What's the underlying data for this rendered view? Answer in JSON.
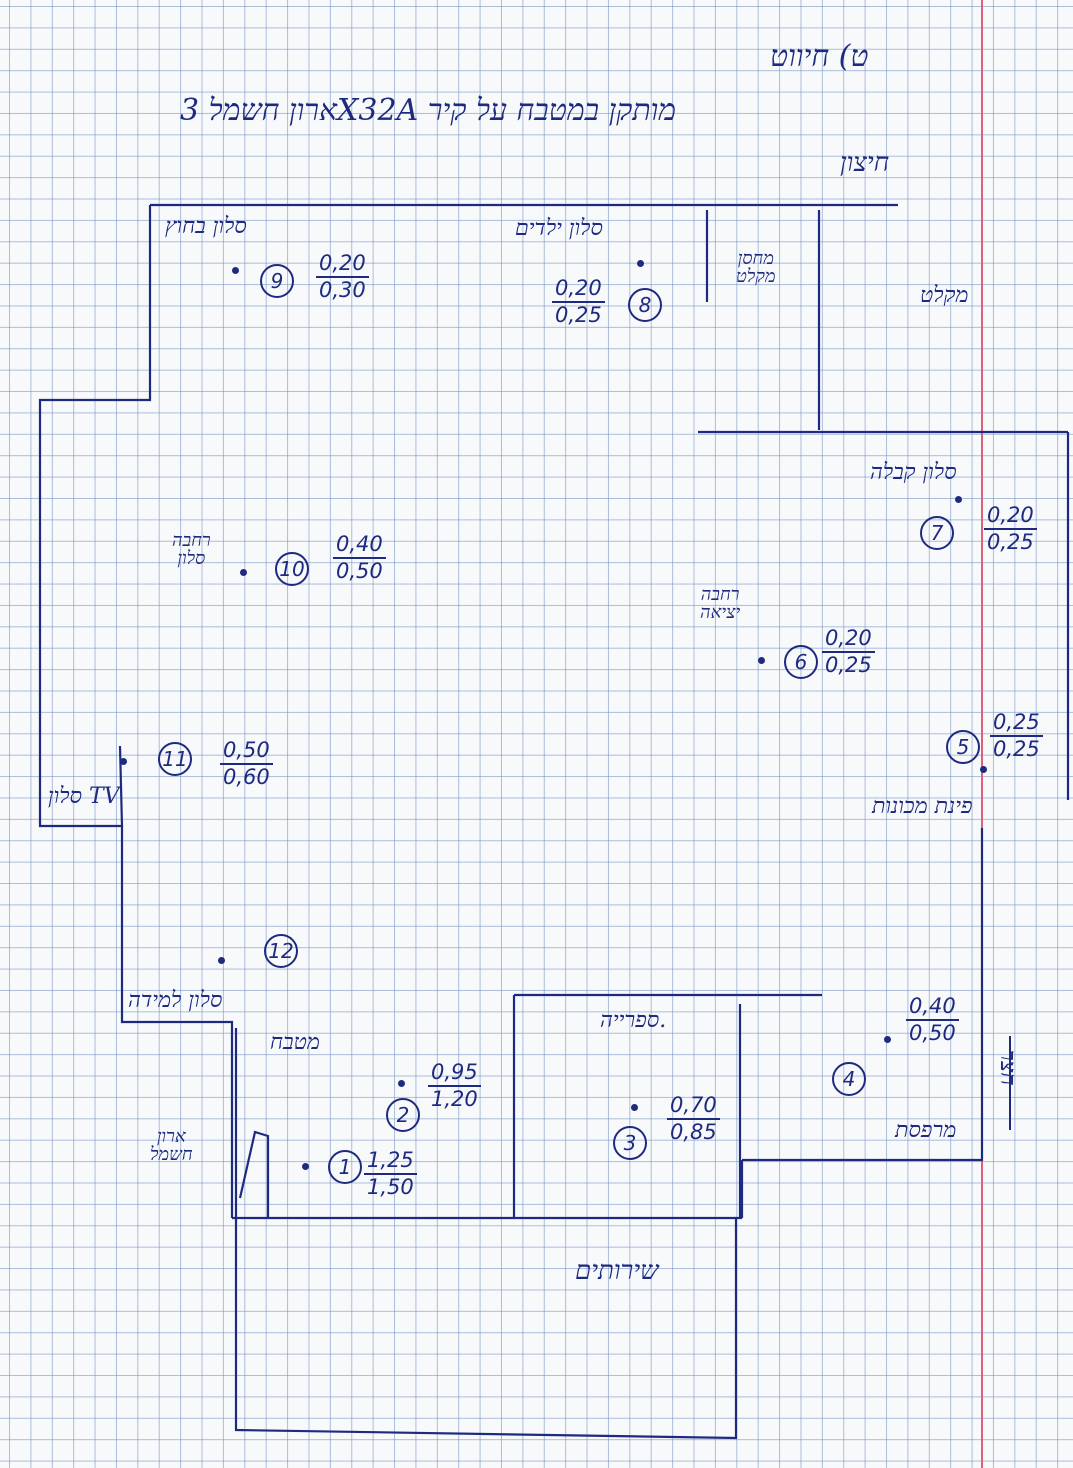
{
  "header": {
    "line1": "ט) חיווט",
    "line2": "ארון חשמל 3X32A מותקן במטבח על קיר",
    "line3": "חיצון"
  },
  "rooms": {
    "bedroom": "סלון בחוץ",
    "childrens_room": "סלון ילדים",
    "storage": "מחסן\nמקלט",
    "shelter": "מקלט",
    "guest": "סלון קבלה",
    "dining": "רחבה\nסלון",
    "entrance": "רחבה\nיציאה",
    "kitchen_corner": "פינת מכונות",
    "tv": "סלון TV",
    "dining_side": "סלון למידה",
    "kitchen": "מטבח",
    "service": "ספרייה.",
    "balcony": "מרפסת",
    "yard": "חצר",
    "electric_cabinet": "ארון\nחשמל",
    "services": "שירותים"
  },
  "points": [
    {
      "id": "1",
      "num": "1,25",
      "den": "1,50"
    },
    {
      "id": "2",
      "num": "0,95",
      "den": "1,20"
    },
    {
      "id": "3",
      "num": "0,70",
      "den": "0,85"
    },
    {
      "id": "4",
      "num": "0,40",
      "den": "0,50"
    },
    {
      "id": "5",
      "num": "0,25",
      "den": "0,25"
    },
    {
      "id": "6",
      "num": "0,20",
      "den": "0,25"
    },
    {
      "id": "7",
      "num": "0,20",
      "den": "0,25"
    },
    {
      "id": "8",
      "num": "0,20",
      "den": "0,25"
    },
    {
      "id": "9",
      "num": "0,20",
      "den": "0,30"
    },
    {
      "id": "10",
      "num": "0,40",
      "den": "0,50"
    },
    {
      "id": "11",
      "num": "0,50",
      "den": "0,60"
    },
    {
      "id": "12",
      "num": "",
      "den": ""
    }
  ],
  "colors": {
    "ink": "#1e2a80",
    "grid": "#6e8cbe",
    "paper": "#f7f9fb",
    "margin_line": "#e0607a"
  }
}
